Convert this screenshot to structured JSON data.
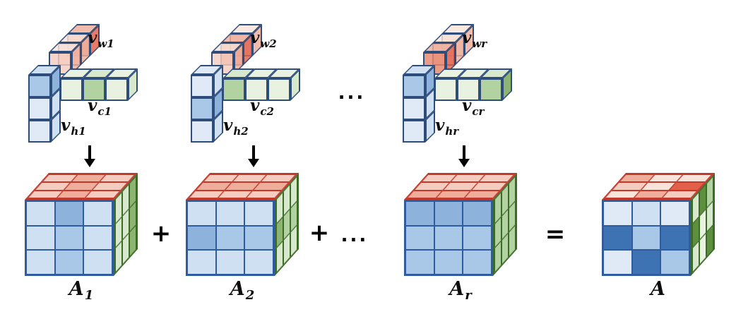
{
  "palette": {
    "blue": {
      "vl": "#dfeaf6",
      "l": "#cfe0f2",
      "m": "#a9c7e7",
      "md": "#8db3dc",
      "d": "#3e73b3",
      "stroke": "#2e5c9e"
    },
    "green": {
      "vl": "#e9f1e1",
      "l": "#d8e8cc",
      "m": "#b3d2a1",
      "md": "#8db470",
      "d": "#5d8f3e",
      "stroke": "#3c6b28"
    },
    "red": {
      "vl": "#f8e4da",
      "l": "#f5cdc0",
      "m": "#efae9b",
      "md": "#e8876e",
      "d": "#e2604a",
      "stroke": "#c0392b"
    },
    "vector_stroke": "#2e4d7b",
    "arrow": "#000000"
  },
  "groups": [
    {
      "w": {
        "base": "v",
        "sub": "w1"
      },
      "c": {
        "base": "v",
        "sub": "c1"
      },
      "h": {
        "base": "v",
        "sub": "h1"
      },
      "vectors": {
        "w": [
          "l",
          "l",
          "md"
        ],
        "c": [
          "vl",
          "m",
          "vl"
        ],
        "h": [
          "m",
          "vl",
          "vl"
        ]
      }
    },
    {
      "w": {
        "base": "v",
        "sub": "w2"
      },
      "c": {
        "base": "v",
        "sub": "c2"
      },
      "h": {
        "base": "v",
        "sub": "h2"
      },
      "vectors": {
        "w": [
          "l",
          "md",
          "l"
        ],
        "c": [
          "m",
          "vl",
          "vl"
        ],
        "h": [
          "vl",
          "m",
          "vl"
        ]
      }
    },
    {
      "w": {
        "base": "v",
        "sub": "wr"
      },
      "c": {
        "base": "v",
        "sub": "cr"
      },
      "h": {
        "base": "v",
        "sub": "hr"
      },
      "vectors": {
        "w": [
          "md",
          "l",
          "l"
        ],
        "c": [
          "vl",
          "vl",
          "m"
        ],
        "h": [
          "m",
          "vl",
          "vl"
        ]
      }
    }
  ],
  "cubes": [
    {
      "label": {
        "base": "A",
        "sub": "1"
      },
      "top": [
        [
          "l",
          "m",
          "l"
        ],
        [
          "l",
          "m",
          "l"
        ],
        [
          "l",
          "m",
          "l"
        ]
      ],
      "front": [
        [
          "l",
          "md",
          "l"
        ],
        [
          "l",
          "m",
          "l"
        ],
        [
          "l",
          "m",
          "l"
        ]
      ],
      "right": [
        [
          "l",
          "l",
          "md"
        ],
        [
          "l",
          "l",
          "md"
        ],
        [
          "l",
          "l",
          "md"
        ]
      ]
    },
    {
      "label": {
        "base": "A",
        "sub": "2"
      },
      "top": [
        [
          "l",
          "l",
          "l"
        ],
        [
          "m",
          "m",
          "m"
        ],
        [
          "l",
          "l",
          "l"
        ]
      ],
      "front": [
        [
          "l",
          "l",
          "l"
        ],
        [
          "md",
          "m",
          "m"
        ],
        [
          "l",
          "l",
          "l"
        ]
      ],
      "right": [
        [
          "l",
          "l",
          "l"
        ],
        [
          "md",
          "m",
          "m"
        ],
        [
          "l",
          "l",
          "l"
        ]
      ]
    },
    {
      "label": {
        "base": "A",
        "sub": "r"
      },
      "top": [
        [
          "l",
          "l",
          "l"
        ],
        [
          "l",
          "l",
          "l"
        ],
        [
          "m",
          "m",
          "m"
        ]
      ],
      "front": [
        [
          "md",
          "md",
          "md"
        ],
        [
          "m",
          "m",
          "m"
        ],
        [
          "m",
          "m",
          "m"
        ]
      ],
      "right": [
        [
          "m",
          "m",
          "m"
        ],
        [
          "m",
          "m",
          "m"
        ],
        [
          "m",
          "m",
          "m"
        ]
      ]
    },
    {
      "label": {
        "base": "A",
        "sub": ""
      },
      "top": [
        [
          "m",
          "vl",
          "vl"
        ],
        [
          "l",
          "vl",
          "d"
        ],
        [
          "vl",
          "m",
          "l"
        ]
      ],
      "front": [
        [
          "vl",
          "l",
          "vl"
        ],
        [
          "d",
          "m",
          "d"
        ],
        [
          "vl",
          "d",
          "m"
        ]
      ],
      "right": [
        [
          "l",
          "d",
          "m"
        ],
        [
          "d",
          "vl",
          "l"
        ],
        [
          "l",
          "vl",
          "d"
        ]
      ]
    }
  ],
  "operators": {
    "plus_1": "+",
    "plus_2": "+",
    "dots_top": "...",
    "dots_bottom": "...",
    "equals": "="
  }
}
